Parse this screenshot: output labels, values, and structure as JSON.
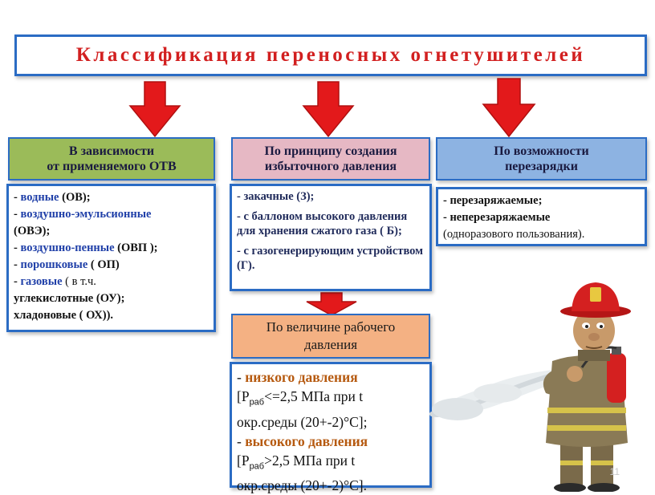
{
  "title": "Классификация переносных огнетушителей",
  "colors": {
    "accent_red": "#e3191b",
    "border_blue": "#2b6cc4"
  },
  "columns": {
    "ov": {
      "header_line1": "В зависимости",
      "header_line2": "от применяемого ОТВ",
      "items": [
        {
          "dash": "- ",
          "name": "водные",
          "rest": " (ОВ);"
        },
        {
          "dash": "- ",
          "name": "воздушно-эмульсионные",
          "rest": "(ОВЭ);"
        },
        {
          "dash": "- ",
          "name": "воздушно-пенные",
          "rest": " (ОВП );"
        },
        {
          "dash": "- ",
          "name": "порошковые",
          "rest": " ( ОП)"
        },
        {
          "dash": "- ",
          "name": "газовые",
          "rest_normal": "  ( в т.ч.",
          "rest2": "углекислотные  (ОУ);",
          "rest3": "хладоновые ( ОХ))."
        }
      ]
    },
    "pressure_creation": {
      "header_line1": "По принципу создания",
      "header_line2": "избыточного давления",
      "items": [
        "- закачные  (З);",
        "- с баллоном высокого давления для хранения сжатого газа ( Б);",
        "- с газогенерирующим устройством (Г)."
      ]
    },
    "recharge": {
      "header_line1": "По возможности",
      "header_line2": "перезарядки",
      "item1": "- перезаряжаемые;",
      "item2": "- неперезаряжаемые",
      "item2_note": "(одноразового пользования)."
    },
    "working_pressure": {
      "header_line1": "По величине рабочего",
      "header_line2": "давления",
      "low_label": "низкого давления",
      "low_p": "[Р",
      "low_sub": "раб",
      "low_rest": "<=2,5 МПа при t",
      "low_rest2": "окр.среды (20+-2)°С];",
      "high_label": "высокого давления",
      "high_p": "[Р",
      "high_sub": "раб",
      "high_rest": ">2,5 МПа при t",
      "high_rest2": "окр.среды (20+-2)°С]."
    }
  },
  "page_number": "11"
}
